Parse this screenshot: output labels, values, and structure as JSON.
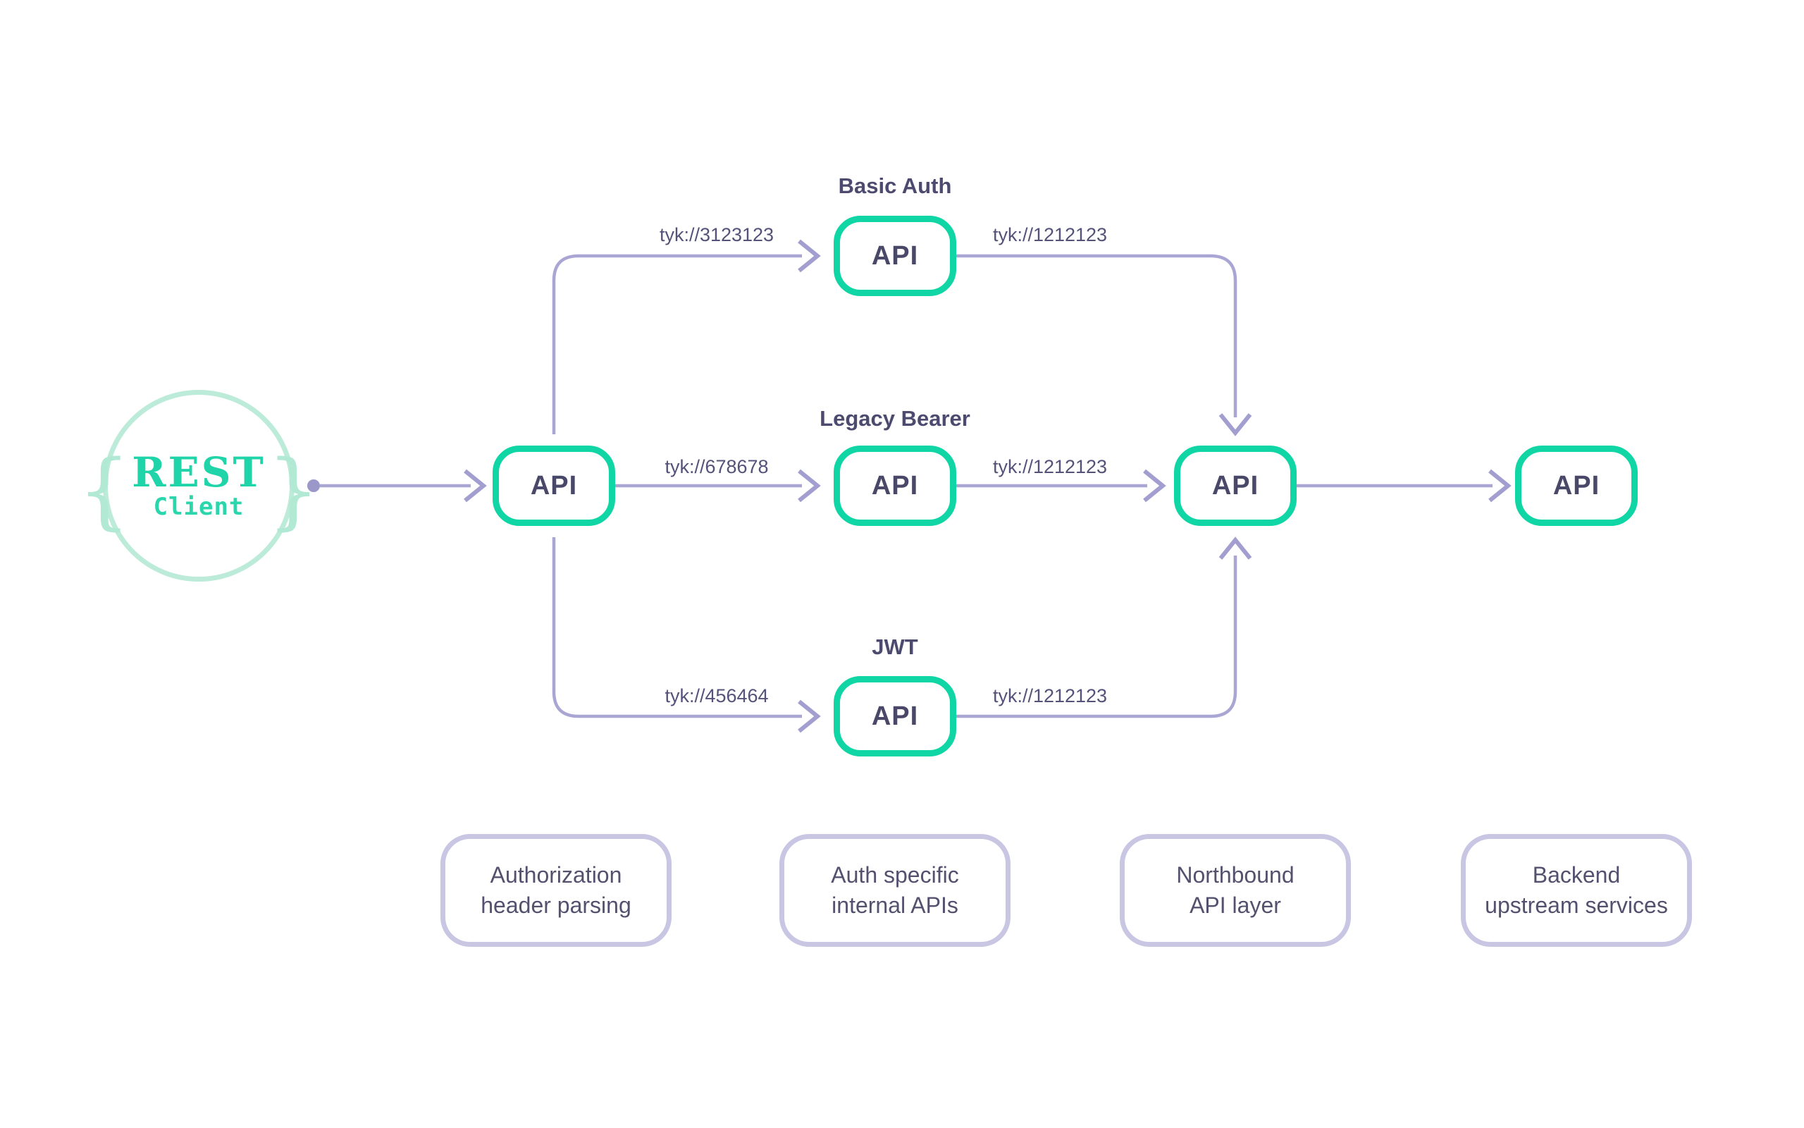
{
  "client": {
    "brace_left": "{",
    "brace_right": "}",
    "title": "REST",
    "subtitle": "Client"
  },
  "flows": {
    "basic_auth": {
      "title": "Basic Auth",
      "in_label": "tyk://3123123",
      "out_label": "tyk://1212123"
    },
    "legacy_bearer": {
      "title": "Legacy Bearer",
      "in_label": "tyk://678678",
      "out_label": "tyk://1212123"
    },
    "jwt": {
      "title": "JWT",
      "in_label": "tyk://456464",
      "out_label": "tyk://1212123"
    }
  },
  "nodes": {
    "entry": {
      "label": "API"
    },
    "basic_auth": {
      "label": "API"
    },
    "legacy_bearer": {
      "label": "API"
    },
    "jwt": {
      "label": "API"
    },
    "northbound": {
      "label": "API"
    },
    "backend": {
      "label": "API"
    }
  },
  "captions": [
    {
      "line1": "Authorization",
      "line2": "header parsing"
    },
    {
      "line1": "Auth specific",
      "line2": "internal APIs"
    },
    {
      "line1": "Northbound",
      "line2": "API layer"
    },
    {
      "line1": "Backend",
      "line2": "upstream services"
    }
  ],
  "colors": {
    "node_border_teal": "#0fd6a4",
    "wire_lavender": "#a9a6d3",
    "text_slate": "#4c4a6e",
    "client_circle_mint": "#bdebd9",
    "client_text_teal": "#1fd4a8",
    "caption_border_lavender": "#c9c6e4"
  }
}
